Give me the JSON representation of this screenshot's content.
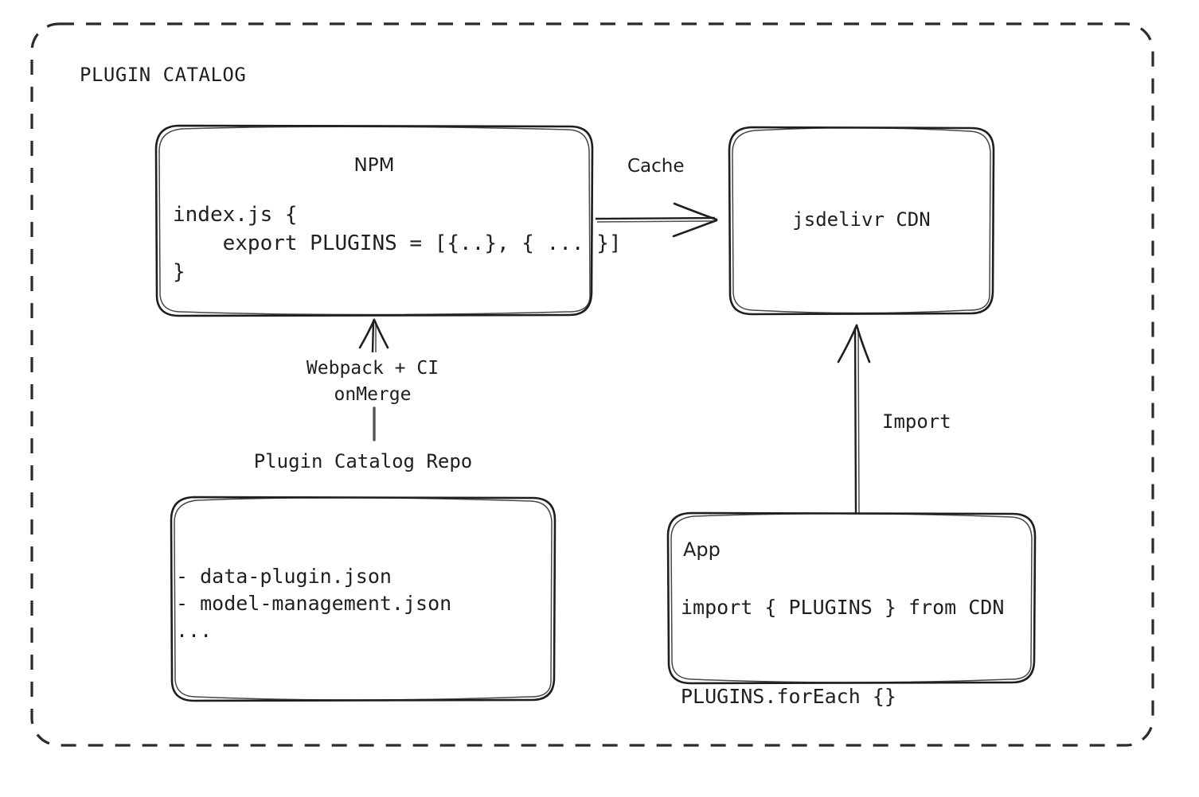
{
  "diagram": {
    "container": {
      "title": "PLUGIN CATALOG",
      "border_style": "dashed",
      "border_color": "#2b2b2b"
    },
    "nodes": [
      {
        "id": "npm",
        "title": "NPM",
        "code": "index.js {\n    export PLUGINS = [{..}, { ... }]\n}"
      },
      {
        "id": "cdn",
        "title": "jsdelivr CDN"
      },
      {
        "id": "repo",
        "title": "Plugin Catalog Repo",
        "items": "- data-plugin.json\n- model-management.json\n..."
      },
      {
        "id": "app",
        "title": "App",
        "code": "import { PLUGINS } from CDN\n\nPLUGINS.forEach {}"
      }
    ],
    "edges": [
      {
        "id": "npm-to-cdn",
        "label": "Cache",
        "from": "npm",
        "to": "cdn",
        "direction": "right"
      },
      {
        "id": "repo-to-npm",
        "label": "Webpack + CI\nonMerge",
        "from": "repo",
        "to": "npm",
        "direction": "up"
      },
      {
        "id": "app-to-cdn",
        "label": "Import",
        "from": "app",
        "to": "cdn",
        "direction": "up"
      }
    ]
  },
  "colors": {
    "ink": "#1f1f1f",
    "stroke": "#2b2b2b",
    "background": "#ffffff"
  }
}
